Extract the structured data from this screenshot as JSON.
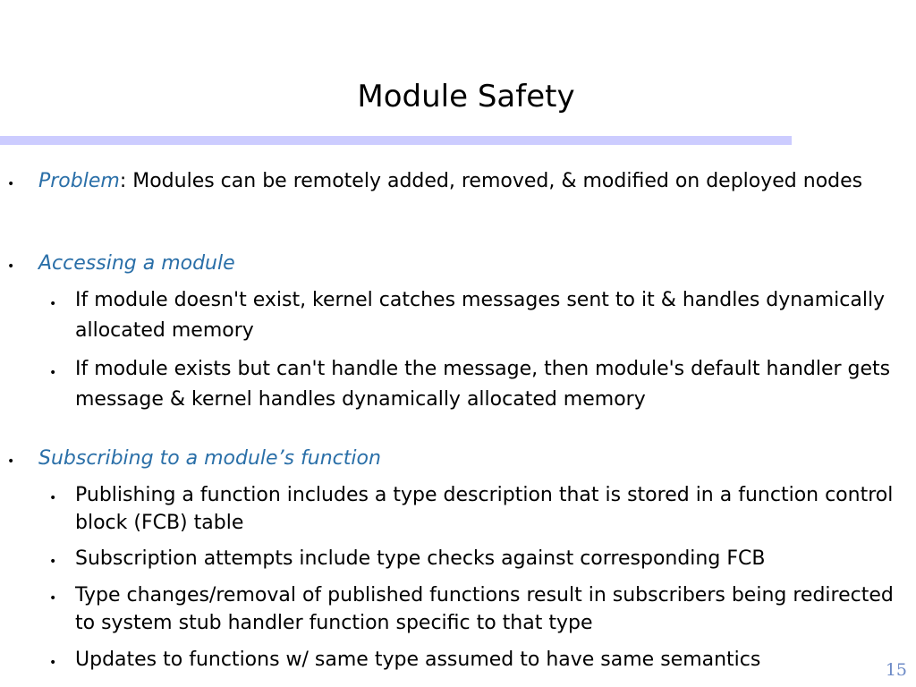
{
  "slide": {
    "title": "Module Safety",
    "page_number": "15"
  },
  "bullets": [
    {
      "emphasis": "Problem",
      "text": ": Modules can be remotely added, removed, & modified on deployed nodes"
    },
    {
      "emphasis": "Accessing a module",
      "sub": [
        "If module doesn't exist, kernel catches messages sent to it & handles dynamically allocated memory",
        "If module exists but can't handle the message, then module's default handler gets message & kernel handles dynamically allocated memory"
      ]
    },
    {
      "emphasis": "Subscribing to a module’s function",
      "sub": [
        "Publishing a function includes a type description that is stored in a function control block (FCB) table",
        "Subscription attempts include type checks against corresponding FCB",
        "Type changes/removal of published functions result in subscribers being redirected to system stub handler function specific to that type",
        "Updates to functions w/ same type assumed to have same semantics"
      ]
    }
  ]
}
